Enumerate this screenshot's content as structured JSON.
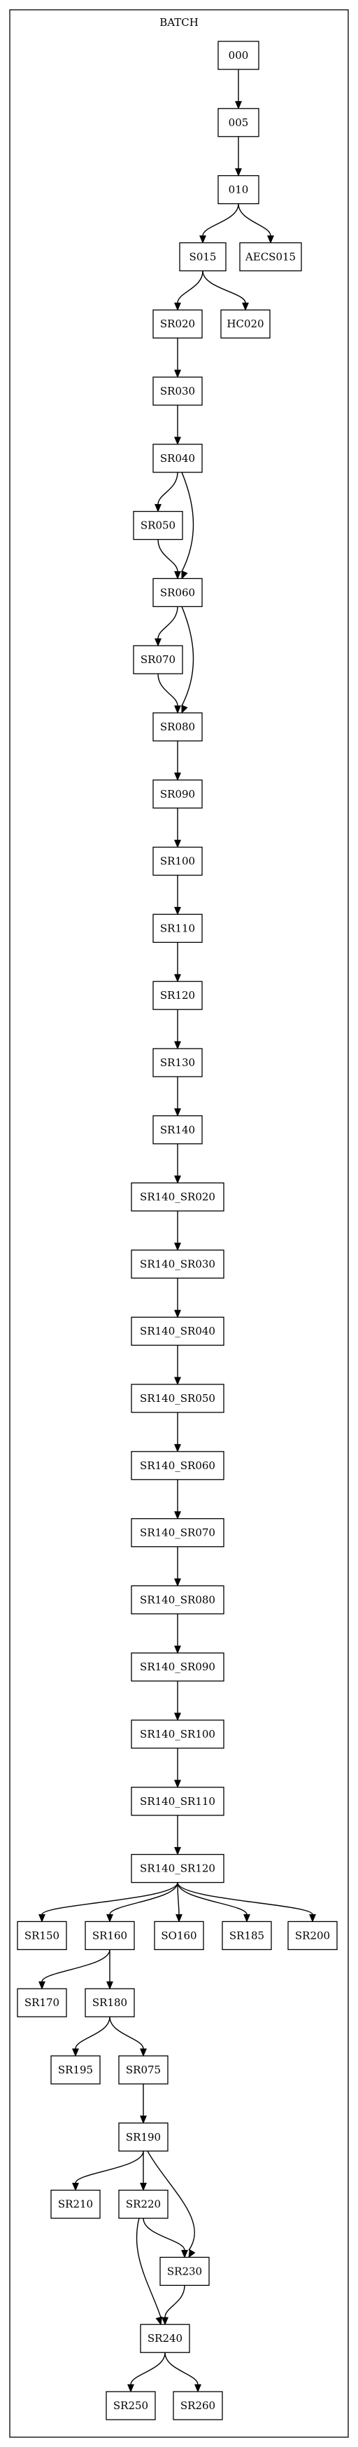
{
  "cluster": {
    "label": "BATCH"
  },
  "nodes": [
    {
      "id": "000",
      "label": "000"
    },
    {
      "id": "005",
      "label": "005"
    },
    {
      "id": "010",
      "label": "010"
    },
    {
      "id": "S015",
      "label": "S015"
    },
    {
      "id": "AECS015",
      "label": "AECS015"
    },
    {
      "id": "SR020",
      "label": "SR020"
    },
    {
      "id": "HC020",
      "label": "HC020"
    },
    {
      "id": "SR030",
      "label": "SR030"
    },
    {
      "id": "SR040",
      "label": "SR040"
    },
    {
      "id": "SR050",
      "label": "SR050"
    },
    {
      "id": "SR060",
      "label": "SR060"
    },
    {
      "id": "SR070",
      "label": "SR070"
    },
    {
      "id": "SR080",
      "label": "SR080"
    },
    {
      "id": "SR090",
      "label": "SR090"
    },
    {
      "id": "SR100",
      "label": "SR100"
    },
    {
      "id": "SR110",
      "label": "SR110"
    },
    {
      "id": "SR120",
      "label": "SR120"
    },
    {
      "id": "SR130",
      "label": "SR130"
    },
    {
      "id": "SR140",
      "label": "SR140"
    },
    {
      "id": "SR140_SR020",
      "label": "SR140_SR020"
    },
    {
      "id": "SR140_SR030",
      "label": "SR140_SR030"
    },
    {
      "id": "SR140_SR040",
      "label": "SR140_SR040"
    },
    {
      "id": "SR140_SR050",
      "label": "SR140_SR050"
    },
    {
      "id": "SR140_SR060",
      "label": "SR140_SR060"
    },
    {
      "id": "SR140_SR070",
      "label": "SR140_SR070"
    },
    {
      "id": "SR140_SR080",
      "label": "SR140_SR080"
    },
    {
      "id": "SR140_SR090",
      "label": "SR140_SR090"
    },
    {
      "id": "SR140_SR100",
      "label": "SR140_SR100"
    },
    {
      "id": "SR140_SR110",
      "label": "SR140_SR110"
    },
    {
      "id": "SR140_SR120",
      "label": "SR140_SR120"
    },
    {
      "id": "SR150",
      "label": "SR150"
    },
    {
      "id": "SR160",
      "label": "SR160"
    },
    {
      "id": "SO160",
      "label": "SO160"
    },
    {
      "id": "SR185",
      "label": "SR185"
    },
    {
      "id": "SR200",
      "label": "SR200"
    },
    {
      "id": "SR170",
      "label": "SR170"
    },
    {
      "id": "SR180",
      "label": "SR180"
    },
    {
      "id": "SR195",
      "label": "SR195"
    },
    {
      "id": "SR075",
      "label": "SR075"
    },
    {
      "id": "SR190",
      "label": "SR190"
    },
    {
      "id": "SR210",
      "label": "SR210"
    },
    {
      "id": "SR220",
      "label": "SR220"
    },
    {
      "id": "SR230",
      "label": "SR230"
    },
    {
      "id": "SR240",
      "label": "SR240"
    },
    {
      "id": "SR250",
      "label": "SR250"
    },
    {
      "id": "SR260",
      "label": "SR260"
    }
  ],
  "edges": [
    {
      "from": "000",
      "to": "005"
    },
    {
      "from": "005",
      "to": "010"
    },
    {
      "from": "010",
      "to": "S015"
    },
    {
      "from": "010",
      "to": "AECS015"
    },
    {
      "from": "S015",
      "to": "SR020"
    },
    {
      "from": "S015",
      "to": "HC020"
    },
    {
      "from": "SR020",
      "to": "SR030"
    },
    {
      "from": "SR030",
      "to": "SR040"
    },
    {
      "from": "SR040",
      "to": "SR050"
    },
    {
      "from": "SR040",
      "to": "SR060"
    },
    {
      "from": "SR050",
      "to": "SR060"
    },
    {
      "from": "SR060",
      "to": "SR070"
    },
    {
      "from": "SR060",
      "to": "SR080"
    },
    {
      "from": "SR070",
      "to": "SR080"
    },
    {
      "from": "SR080",
      "to": "SR090"
    },
    {
      "from": "SR090",
      "to": "SR100"
    },
    {
      "from": "SR100",
      "to": "SR110"
    },
    {
      "from": "SR110",
      "to": "SR120"
    },
    {
      "from": "SR120",
      "to": "SR130"
    },
    {
      "from": "SR130",
      "to": "SR140"
    },
    {
      "from": "SR140",
      "to": "SR140_SR020"
    },
    {
      "from": "SR140_SR020",
      "to": "SR140_SR030"
    },
    {
      "from": "SR140_SR030",
      "to": "SR140_SR040"
    },
    {
      "from": "SR140_SR040",
      "to": "SR140_SR050"
    },
    {
      "from": "SR140_SR050",
      "to": "SR140_SR060"
    },
    {
      "from": "SR140_SR060",
      "to": "SR140_SR070"
    },
    {
      "from": "SR140_SR070",
      "to": "SR140_SR080"
    },
    {
      "from": "SR140_SR080",
      "to": "SR140_SR090"
    },
    {
      "from": "SR140_SR090",
      "to": "SR140_SR100"
    },
    {
      "from": "SR140_SR100",
      "to": "SR140_SR110"
    },
    {
      "from": "SR140_SR110",
      "to": "SR140_SR120"
    },
    {
      "from": "SR140_SR120",
      "to": "SR150"
    },
    {
      "from": "SR140_SR120",
      "to": "SR160"
    },
    {
      "from": "SR140_SR120",
      "to": "SO160"
    },
    {
      "from": "SR140_SR120",
      "to": "SR185"
    },
    {
      "from": "SR140_SR120",
      "to": "SR200"
    },
    {
      "from": "SR160",
      "to": "SR170"
    },
    {
      "from": "SR160",
      "to": "SR180"
    },
    {
      "from": "SR180",
      "to": "SR195"
    },
    {
      "from": "SR180",
      "to": "SR075"
    },
    {
      "from": "SR075",
      "to": "SR190"
    },
    {
      "from": "SR190",
      "to": "SR210"
    },
    {
      "from": "SR190",
      "to": "SR220"
    },
    {
      "from": "SR190",
      "to": "SR230"
    },
    {
      "from": "SR220",
      "to": "SR230"
    },
    {
      "from": "SR220",
      "to": "SR240"
    },
    {
      "from": "SR230",
      "to": "SR240"
    },
    {
      "from": "SR240",
      "to": "SR250"
    },
    {
      "from": "SR240",
      "to": "SR260"
    }
  ]
}
